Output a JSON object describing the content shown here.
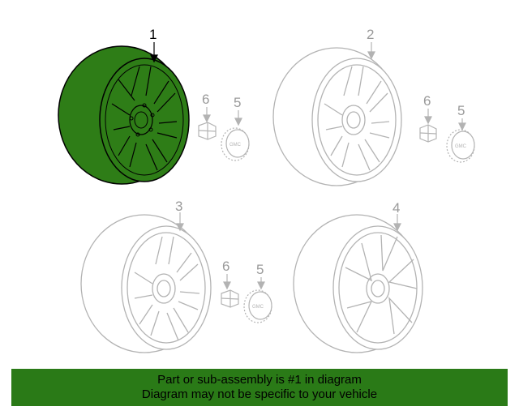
{
  "callouts": {
    "c1": "1",
    "c2": "2",
    "c3": "3",
    "c4": "4",
    "c5a": "5",
    "c5b": "5",
    "c5c": "5",
    "c6a": "6",
    "c6b": "6",
    "c6c": "6"
  },
  "cap_logo": "GMC",
  "highlighted_part": "1",
  "colors": {
    "highlight_fill": "#2e7d17",
    "line_gray": "#b3b3b3",
    "banner_bg": "#2a7a17"
  },
  "banner": {
    "line1": "Part or sub-assembly is #1 in diagram",
    "line2": "Diagram may not be specific to your vehicle"
  }
}
